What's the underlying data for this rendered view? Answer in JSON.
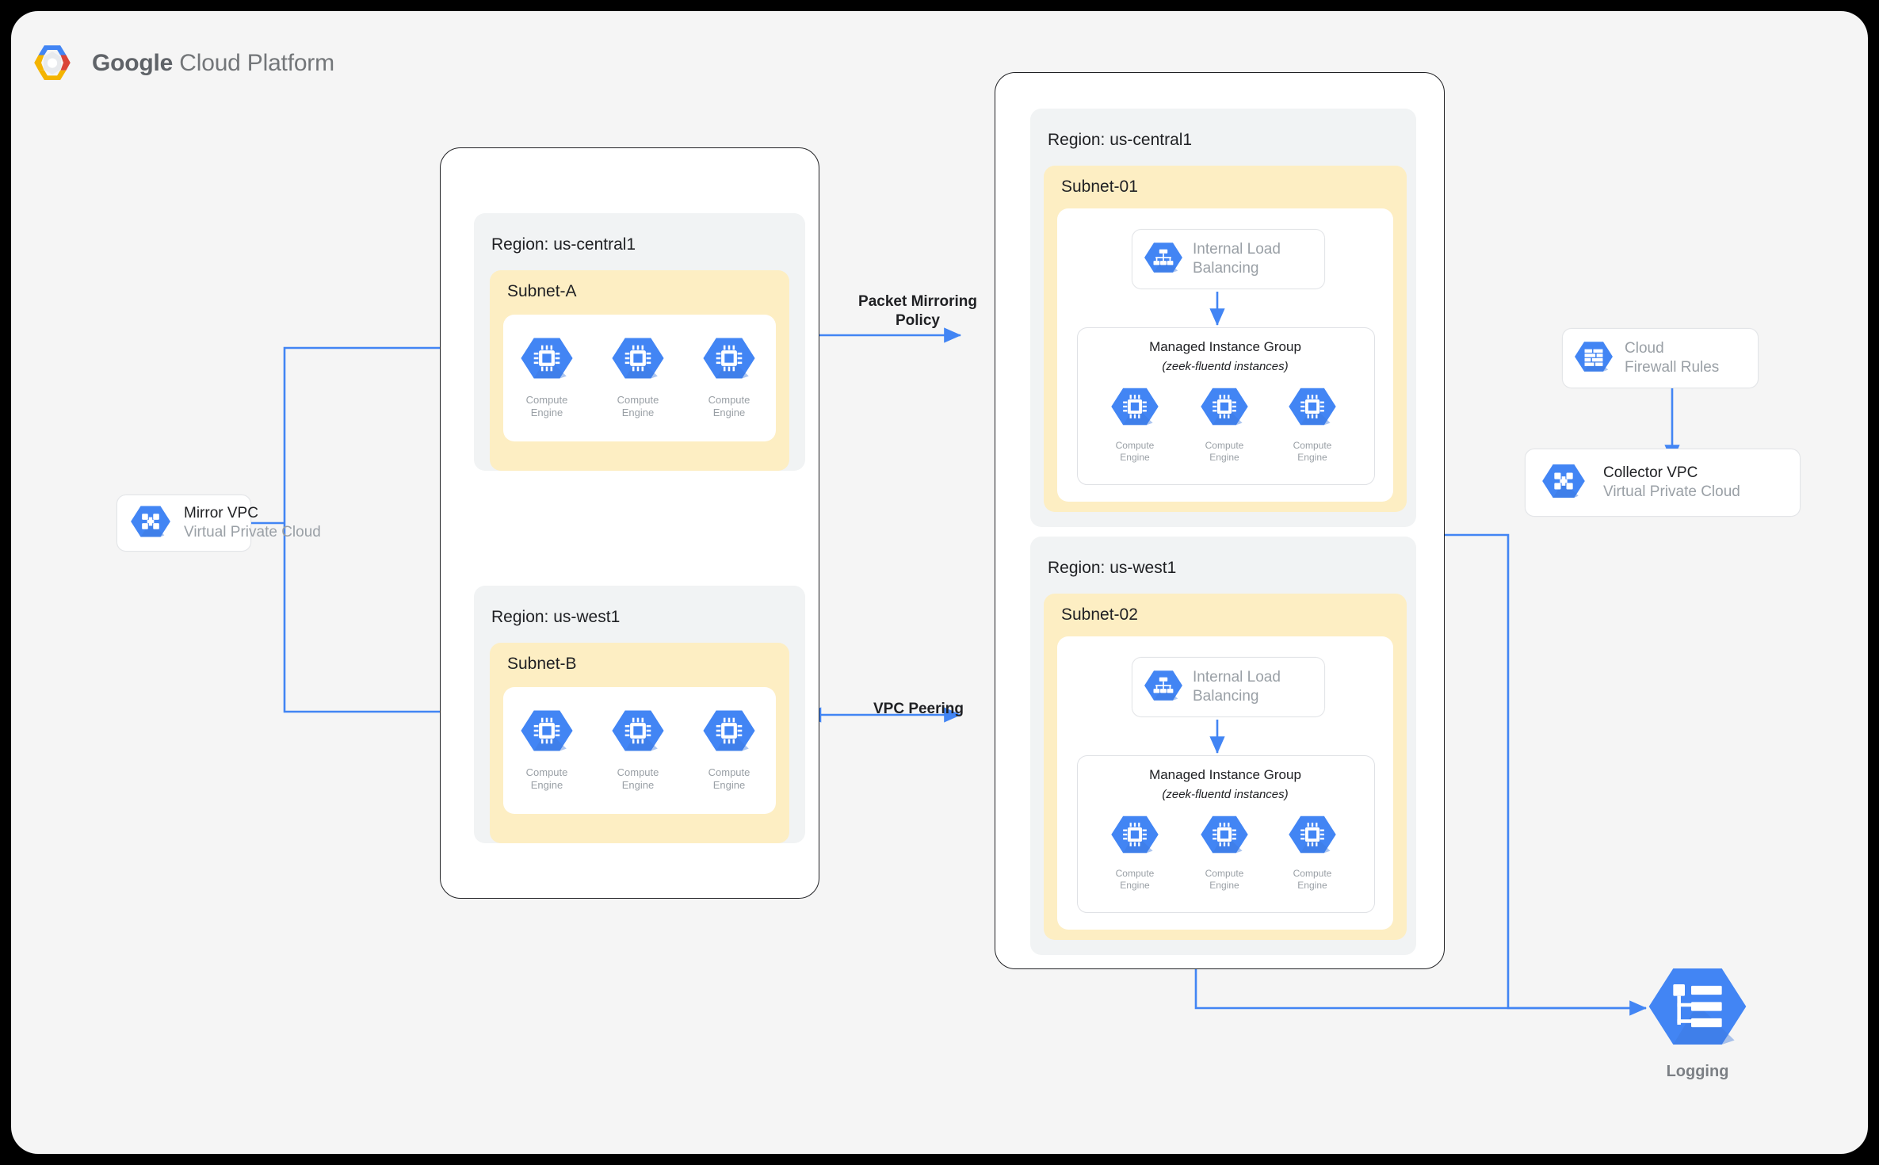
{
  "header": {
    "brand_bold": "Google",
    "brand_normal": " Cloud Platform",
    "logo_icon": "gcp-logo-icon"
  },
  "palette": {
    "canvas": "#f5f5f5",
    "frame_border": "#202124",
    "region_bg": "#f1f3f4",
    "subnet_bg": "#fdeec3",
    "accent_blue": "#4285f4",
    "icon_blue": "#4285f4",
    "muted_text": "#9aa0a6",
    "logo_blue": "#4285f4",
    "logo_red": "#db4437",
    "logo_yellow": "#f4b400",
    "logo_grey": "#e0e0e0"
  },
  "nodes": {
    "mirror_vpc": {
      "title": "Mirror VPC",
      "subtitle": "Virtual Private Cloud",
      "icon": "vpc-icon"
    },
    "collector_vpc": {
      "title": "Collector VPC",
      "subtitle": "Virtual Private Cloud",
      "icon": "vpc-icon"
    },
    "firewall": {
      "line1": "Cloud",
      "line2": "Firewall Rules",
      "icon": "firewall-icon"
    },
    "logging": {
      "label": "Logging",
      "icon": "logging-icon"
    }
  },
  "mirror_vpc_container": {
    "regions": [
      {
        "region_label": "Region: us-central1",
        "subnet_label": "Subnet-A",
        "instances": [
          {
            "label": "Compute\nEngine",
            "icon": "compute-engine-icon"
          },
          {
            "label": "Compute\nEngine",
            "icon": "compute-engine-icon"
          },
          {
            "label": "Compute\nEngine",
            "icon": "compute-engine-icon"
          }
        ]
      },
      {
        "region_label": "Region: us-west1",
        "subnet_label": "Subnet-B",
        "instances": [
          {
            "label": "Compute\nEngine",
            "icon": "compute-engine-icon"
          },
          {
            "label": "Compute\nEngine",
            "icon": "compute-engine-icon"
          },
          {
            "label": "Compute\nEngine",
            "icon": "compute-engine-icon"
          }
        ]
      }
    ]
  },
  "collector_vpc_container": {
    "regions": [
      {
        "region_label": "Region: us-central1",
        "subnet_label": "Subnet-01",
        "ilb": {
          "line1": "Internal Load",
          "line2": "Balancing",
          "icon": "load-balancing-icon"
        },
        "mig": {
          "title": "Managed Instance Group",
          "subtitle": "(zeek-fluentd instances)",
          "instances": [
            {
              "label": "Compute\nEngine",
              "icon": "compute-engine-icon"
            },
            {
              "label": "Compute\nEngine",
              "icon": "compute-engine-icon"
            },
            {
              "label": "Compute\nEngine",
              "icon": "compute-engine-icon"
            }
          ]
        }
      },
      {
        "region_label": "Region: us-west1",
        "subnet_label": "Subnet-02",
        "ilb": {
          "line1": "Internal Load",
          "line2": "Balancing",
          "icon": "load-balancing-icon"
        },
        "mig": {
          "title": "Managed Instance Group",
          "subtitle": "(zeek-fluentd instances)",
          "instances": [
            {
              "label": "Compute\nEngine",
              "icon": "compute-engine-icon"
            },
            {
              "label": "Compute\nEngine",
              "icon": "compute-engine-icon"
            },
            {
              "label": "Compute\nEngine",
              "icon": "compute-engine-icon"
            }
          ]
        }
      }
    ]
  },
  "connections": {
    "packet_mirroring": "Packet Mirroring\nPolicy",
    "vpc_peering": "VPC Peering"
  }
}
